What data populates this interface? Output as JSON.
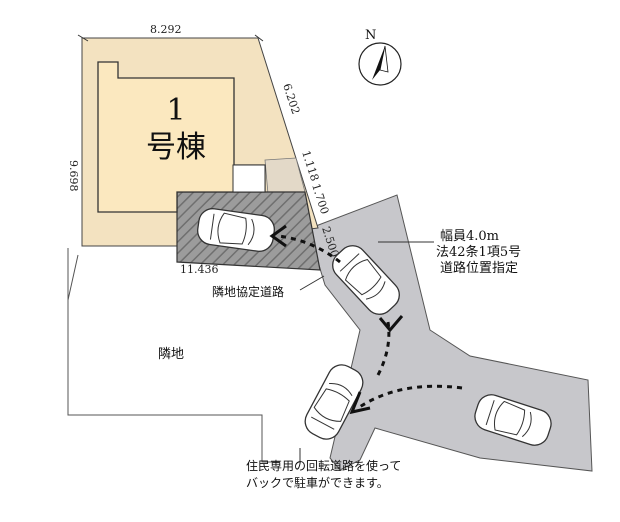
{
  "colors": {
    "lot": "#f6e7c4",
    "lot_edge": "#c9b18b",
    "road": "#c8c8cc",
    "hatch": "#b8b8b8",
    "line": "#333333"
  },
  "dimensions": {
    "top": "8.292",
    "left": "9.698",
    "right_upper": "6.202",
    "right_mid": "1.118",
    "right_mid2": "1.700",
    "right_lower": "2.500",
    "bottom": "11.436"
  },
  "building": {
    "number": "1",
    "name": "号棟"
  },
  "road_info": {
    "line1": "幅員4.0m",
    "line2": "法42条1項5号",
    "line3": "道路位置指定"
  },
  "labels": {
    "agreement_road": "隣地協定道路",
    "neighbor": "隣地"
  },
  "note": {
    "line1": "住民専用の回転道路を使って",
    "line2": "バックで駐車ができます。"
  },
  "compass": {
    "letter": "N",
    "icon": "north-arrow-icon"
  },
  "icons": [
    "car-icon",
    "direction-arrow-icon"
  ]
}
